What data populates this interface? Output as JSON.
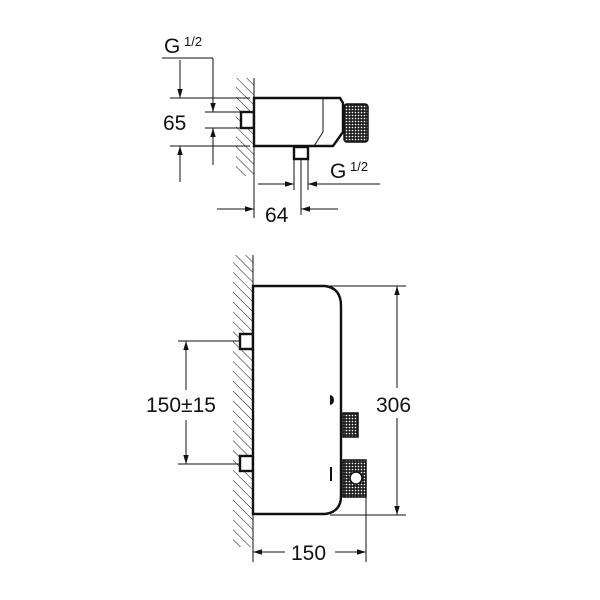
{
  "side_view": {
    "inlet_thread": {
      "main": "G",
      "fraction": "1/2"
    },
    "outlet_thread": {
      "main": "G",
      "fraction": "1/2"
    },
    "height_dimension": "65",
    "depth_dimension": "64"
  },
  "front_view": {
    "inlet_spacing_dimension": "150±15",
    "height_dimension": "306",
    "depth_dimension": "150"
  },
  "colors": {
    "line": "#111111",
    "background": "#ffffff"
  }
}
